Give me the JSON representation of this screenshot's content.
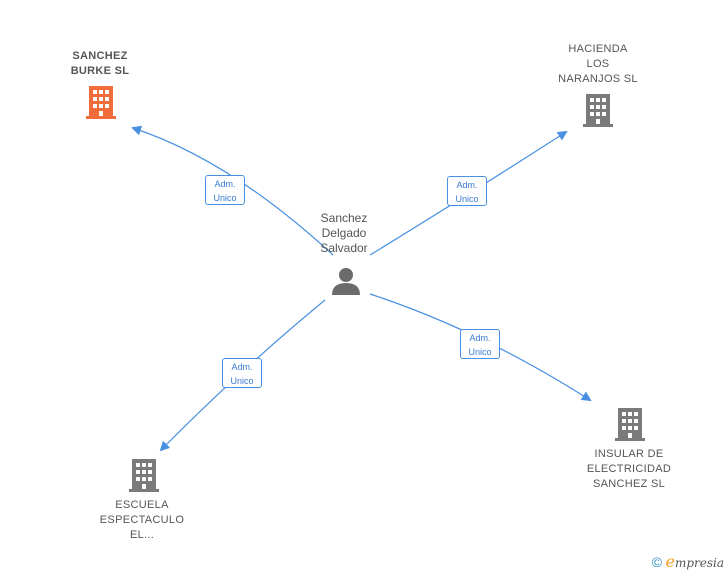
{
  "center": {
    "label": "Sanchez\nDelgado\nSalvador",
    "icon": "person-icon"
  },
  "nodes": [
    {
      "id": "sanchez-burke",
      "label": "SANCHEZ\nBURKE  SL",
      "icon": "building-icon",
      "color": "#f26b3a"
    },
    {
      "id": "hacienda",
      "label": "HACIENDA\nLOS\nNARANJOS SL",
      "icon": "building-icon",
      "color": "#7a7a7a"
    },
    {
      "id": "insular",
      "label": "INSULAR DE\nELECTRICIDAD\nSANCHEZ  SL",
      "icon": "building-icon",
      "color": "#7a7a7a"
    },
    {
      "id": "escuela",
      "label": "ESCUELA\nESPECTACULO\nEL...",
      "icon": "building-icon",
      "color": "#7a7a7a"
    }
  ],
  "edges": [
    {
      "label_line1": "Adm.",
      "label_line2": "Unico"
    },
    {
      "label_line1": "Adm.",
      "label_line2": "Unico"
    },
    {
      "label_line1": "Adm.",
      "label_line2": "Unico"
    },
    {
      "label_line1": "Adm.",
      "label_line2": "Unico"
    }
  ],
  "colors": {
    "edge": "#4a90e2",
    "building_gray": "#7a7a7a",
    "building_orange": "#f26b3a",
    "person": "#6b6b6b"
  },
  "footer": {
    "copyright": "©",
    "brand_e": "e",
    "brand_rest": "mpresia"
  }
}
